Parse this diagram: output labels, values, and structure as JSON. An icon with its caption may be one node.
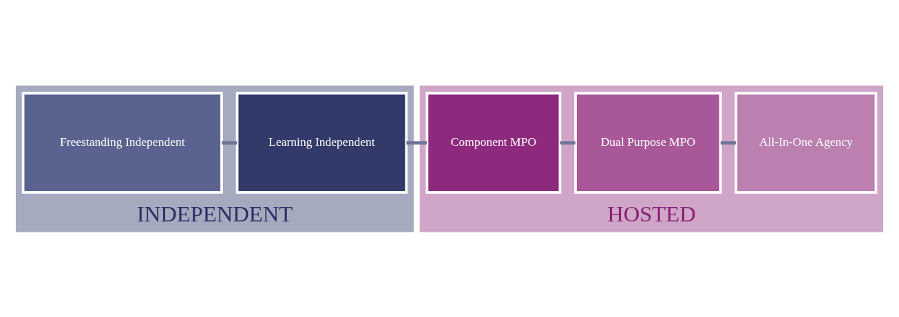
{
  "diagram": {
    "nodes": [
      {
        "text": [
          "INDEPENDENT"
        ]
      },
      {
        "text": [
          "Freestanding Independent"
        ],
        "in": 0
      },
      {
        "text": [
          "Learning Independent"
        ],
        "in": 0
      },
      {
        "text": [
          "HOSTED"
        ]
      },
      {
        "text": [
          "Component MPO"
        ],
        "in": 3
      },
      {
        "text": [
          "Dual Purpose MPO"
        ],
        "in": 3
      },
      {
        "text": [
          "All-In-One Agency"
        ],
        "in": 3
      }
    ],
    "edges": [
      {
        "from": 1,
        "to": 2,
        "arrow": "none"
      },
      {
        "from": 2,
        "to": 4,
        "arrow": "none"
      },
      {
        "from": 4,
        "to": 5,
        "arrow": "none"
      },
      {
        "from": 5,
        "to": 6,
        "arrow": "none"
      }
    ]
  }
}
